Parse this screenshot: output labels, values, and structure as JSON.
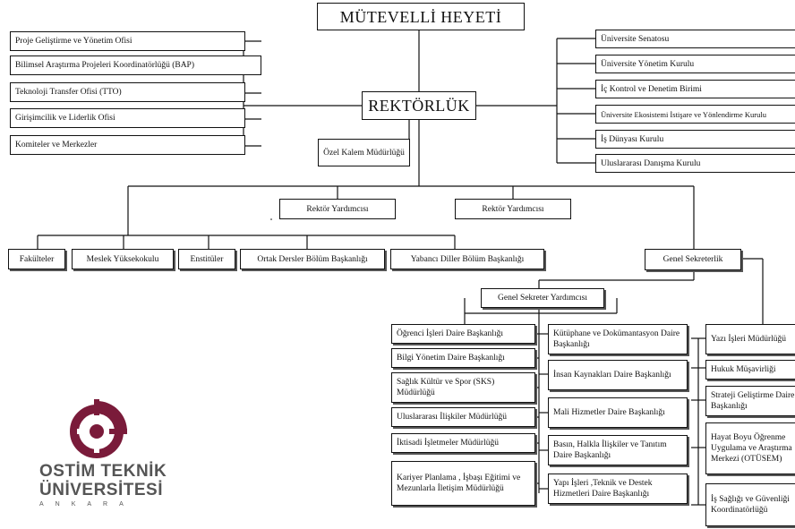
{
  "board": "MÜTEVELLİ HEYETİ",
  "rectorate": "REKTÖRLÜK",
  "private_office": "Özel Kalem Müdürlüğü",
  "left_units": [
    "Proje Geliştirme ve Yönetim Ofisi",
    "Bilimsel Araştırma Projeleri Koordinatörlüğü (BAP)",
    "Teknoloji Transfer Ofisi (TTO)",
    "Girişimcilik ve Liderlik Ofisi",
    "Komiteler  ve Merkezler"
  ],
  "right_units": [
    "Üniversite Senatosu",
    "Üniversite Yönetim Kurulu",
    "İç Kontrol ve Denetim Birimi",
    "Üniversite Ekosistemi İstişare ve Yönlendirme Kurulu",
    "İş Dünyası Kurulu",
    "Uluslararası Danışma Kurulu"
  ],
  "vice_rector_1": "Rektör Yardımcısı",
  "vice_rector_2": "Rektör Yardımcısı",
  "academic_units": [
    "Fakülteler",
    "Meslek Yüksekokulu",
    "Enstitüler",
    "Ortak Dersler Bölüm Başkanlığı",
    "Yabancı Diller Bölüm Başkanlığı"
  ],
  "secretary_general": "Genel Sekreterlik",
  "deputy_secretary": "Genel Sekreter Yardımcısı",
  "col1_units": [
    "Öğrenci İşleri Daire Başkanlığı",
    "Bilgi Yönetim Daire Başkanlığı",
    "Sağlık Kültür ve Spor (SKS) Müdürlüğü",
    "Uluslararası İlişkiler Müdürlüğü",
    "İktisadi İşletmeler Müdürlüğü",
    "Kariyer Planlama , İşbaşı Eğitimi ve Mezunlarla İletişim Müdürlüğü"
  ],
  "col2_units": [
    "Kütüphane ve Dokümantasyon Daire Başkanlığı",
    "İnsan Kaynakları Daire Başkanlığı",
    "Mali Hizmetler Daire Başkanlığı",
    "Basın, Halkla İlişkiler ve Tanıtım Daire Başkanlığı",
    "Yapı İşleri ,Teknik ve Destek Hizmetleri Daire Başkanlığı"
  ],
  "col3_units": [
    "Yazı İşleri Müdürlüğü",
    "Hukuk Müşavirliği",
    "Strateji Geliştirme Daire Başkanlığı",
    "Hayat Boyu Öğrenme Uygulama ve Araştırma Merkezi (OTÜSEM)",
    "İş Sağlığı ve Güvenliği Koordinatörlüğü"
  ],
  "logo": {
    "line1": "OSTİM TEKNİK",
    "line2": "ÜNİVERSİTESİ",
    "line3": "ANKARA",
    "color": "#7a1b3a",
    "text_color": "#555555"
  }
}
